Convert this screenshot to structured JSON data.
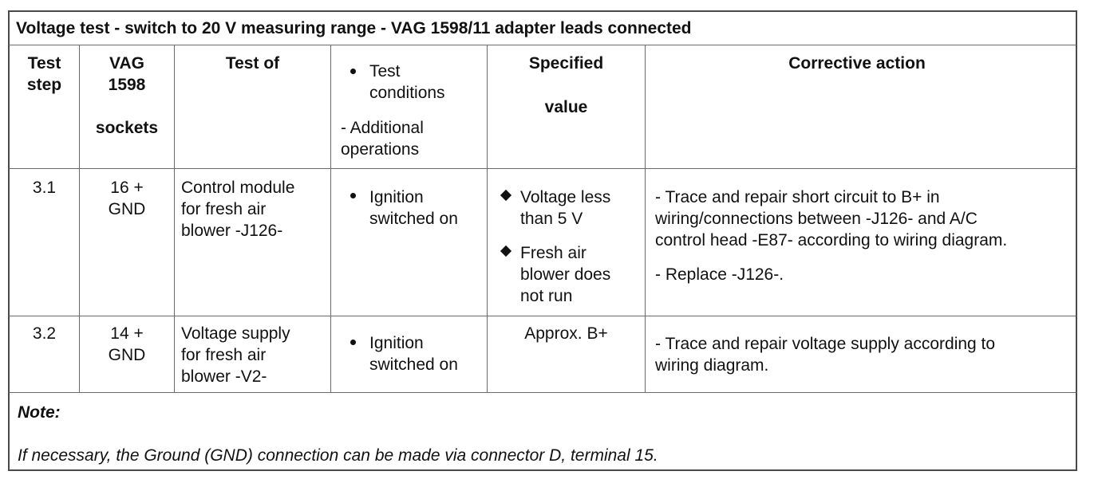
{
  "table": {
    "title": "Voltage test - switch to 20 V measuring range - VAG 1598/11 adapter leads connected",
    "headers": {
      "test_step": [
        "Test",
        "step"
      ],
      "vag_sockets": [
        "VAG",
        "1598",
        "sockets"
      ],
      "test_of": "Test of",
      "conditions_bullet": [
        "Test",
        "conditions"
      ],
      "conditions_additional": [
        "- Additional",
        "operations"
      ],
      "specified": [
        "Specified",
        "value"
      ],
      "corrective": "Corrective action"
    },
    "rows": [
      {
        "step": "3.1",
        "sockets": [
          "16 +",
          "GND"
        ],
        "test_of": [
          "Control module",
          "for fresh air",
          "blower -J126-"
        ],
        "conditions": [
          "Ignition",
          "switched on"
        ],
        "specified": [
          [
            "Voltage less",
            "than 5 V"
          ],
          [
            "Fresh air",
            "blower does",
            "not run"
          ]
        ],
        "corrective": [
          [
            "- Trace and repair short circuit to B+ in",
            "wiring/connections between -J126- and A/C",
            "control head -E87- according to wiring diagram."
          ],
          [
            "- Replace -J126-."
          ]
        ]
      },
      {
        "step": "3.2",
        "sockets": [
          "14 +",
          "GND"
        ],
        "test_of": [
          "Voltage supply",
          "for fresh air",
          "blower -V2-"
        ],
        "conditions": [
          "Ignition",
          "switched on"
        ],
        "specified": "Approx. B+",
        "corrective": [
          "- Trace and repair voltage supply according to",
          "wiring diagram."
        ]
      }
    ],
    "note": {
      "title": "Note:",
      "text": "If necessary, the Ground (GND) connection can be made via connector D, terminal 15."
    }
  }
}
